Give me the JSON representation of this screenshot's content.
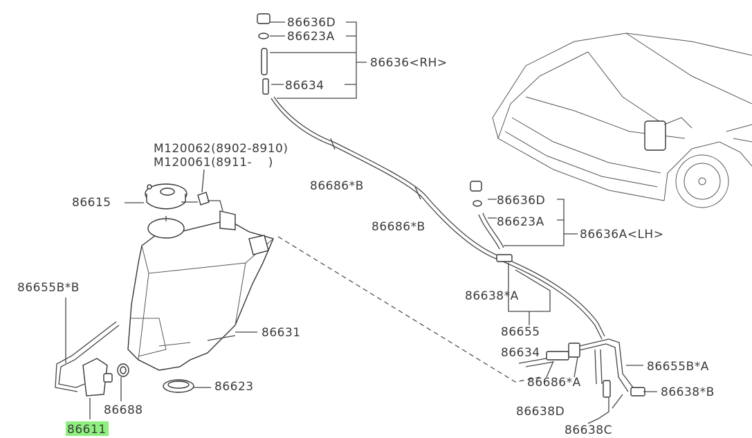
{
  "highlight_color": "#8ef07e",
  "labels": {
    "p86636D_rh": "86636D",
    "p86623A_rh": "86623A",
    "p86636_rh": "86636<RH>",
    "p86634_top": "86634",
    "m120062": "M120062(8902-8910)",
    "m120061": "M120061(8911-    )",
    "p86686B_1": "86686*B",
    "p86615": "86615",
    "p86686B_2": "86686*B",
    "p86636D_lh": "86636D",
    "p86623A_lh": "86623A",
    "p86636A_lh": "86636A<LH>",
    "p86655BB": "86655B*B",
    "p86638A": "86638*A",
    "p86655": "86655",
    "p86631": "86631",
    "p86634_bottom": "86634",
    "p86686A": "86686*A",
    "p86655BA": "86655B*A",
    "p86638B": "86638*B",
    "p86638D": "86638D",
    "p86623": "86623",
    "p86688": "86688",
    "p86611": "86611",
    "p86638C": "86638C"
  }
}
